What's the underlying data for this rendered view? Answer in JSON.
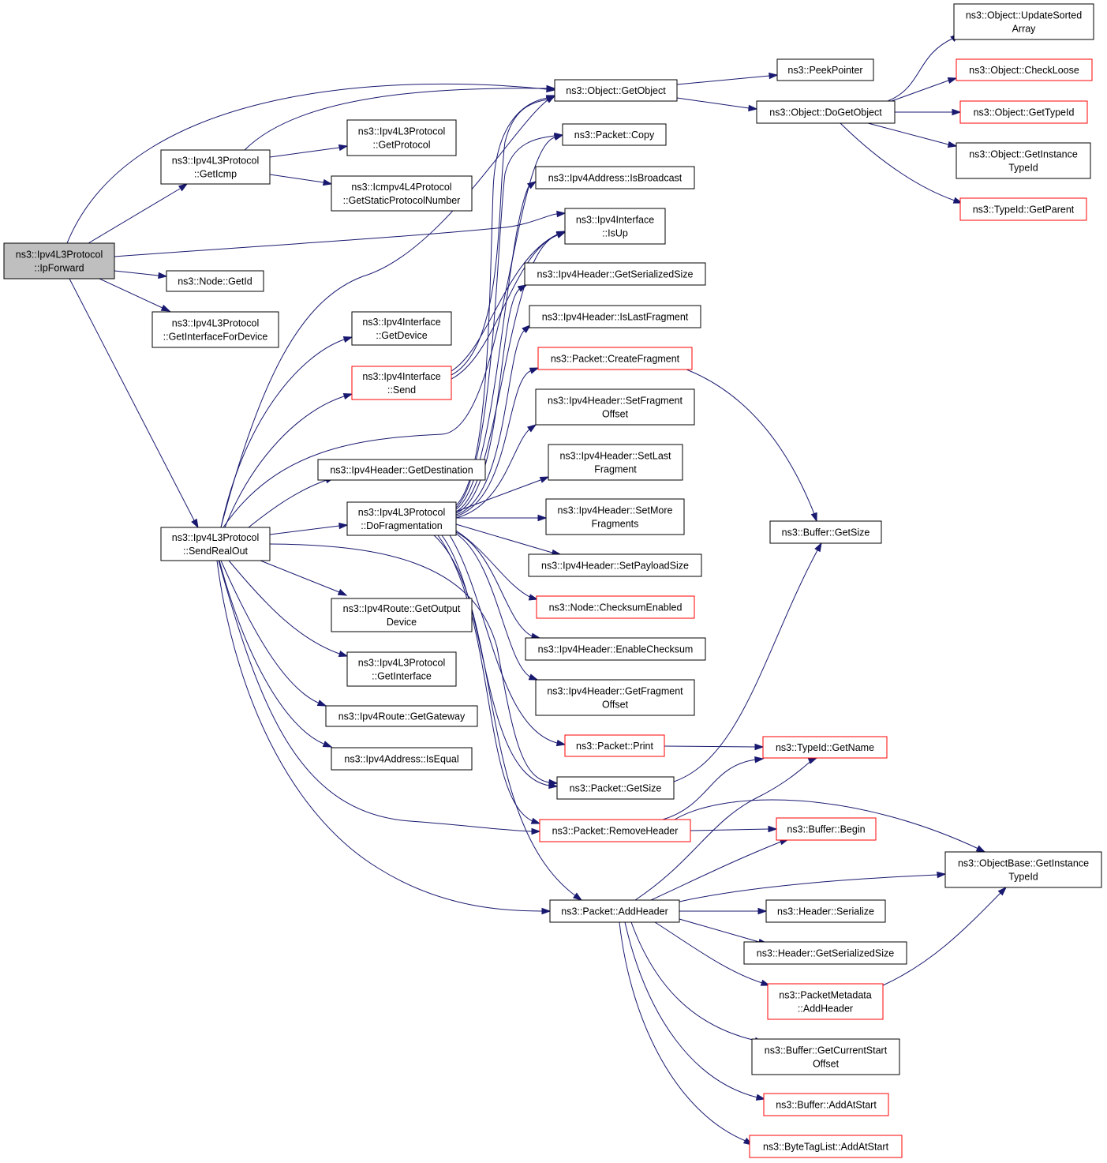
{
  "colors": {
    "edge": "#191970",
    "node_border": "#000000",
    "truncated_border": "#ff0000",
    "root_fill": "#bfbfbf"
  },
  "nodes": {
    "root": [
      "ns3::Ipv4L3Protocol",
      "::IpForward"
    ],
    "geticmp": [
      "ns3::Ipv4L3Protocol",
      "::GetIcmp"
    ],
    "getid": [
      "ns3::Node::GetId"
    ],
    "getifacefordev": [
      "ns3::Ipv4L3Protocol",
      "::GetInterfaceForDevice"
    ],
    "sendrealout": [
      "ns3::Ipv4L3Protocol",
      "::SendRealOut"
    ],
    "getprotocol": [
      "ns3::Ipv4L3Protocol",
      "::GetProtocol"
    ],
    "icmpstatic": [
      "ns3::Icmpv4L4Protocol",
      "::GetStaticProtocolNumber"
    ],
    "ifgetdevice": [
      "ns3::Ipv4Interface",
      "::GetDevice"
    ],
    "ifsend": [
      "ns3::Ipv4Interface",
      "::Send"
    ],
    "getdest": [
      "ns3::Ipv4Header::GetDestination"
    ],
    "dofrag": [
      "ns3::Ipv4L3Protocol",
      "::DoFragmentation"
    ],
    "routeoutdev": [
      "ns3::Ipv4Route::GetOutput",
      "Device"
    ],
    "getinterface": [
      "ns3::Ipv4L3Protocol",
      "::GetInterface"
    ],
    "getgateway": [
      "ns3::Ipv4Route::GetGateway"
    ],
    "isequal": [
      "ns3::Ipv4Address::IsEqual"
    ],
    "getobject": [
      "ns3::Object::GetObject"
    ],
    "pcopy": [
      "ns3::Packet::Copy"
    ],
    "isbroadcast": [
      "ns3::Ipv4Address::IsBroadcast"
    ],
    "isup": [
      "ns3::Ipv4Interface",
      "::IsUp"
    ],
    "hserialsize": [
      "ns3::Ipv4Header::GetSerializedSize"
    ],
    "islastfrag": [
      "ns3::Ipv4Header::IsLastFragment"
    ],
    "createfrag": [
      "ns3::Packet::CreateFragment"
    ],
    "setfragoff": [
      "ns3::Ipv4Header::SetFragment",
      "Offset"
    ],
    "setlastfrag": [
      "ns3::Ipv4Header::SetLast",
      "Fragment"
    ],
    "setmorefrag": [
      "ns3::Ipv4Header::SetMore",
      "Fragments"
    ],
    "setpayload": [
      "ns3::Ipv4Header::SetPayloadSize"
    ],
    "checksumen": [
      "ns3::Node::ChecksumEnabled"
    ],
    "enablecs": [
      "ns3::Ipv4Header::EnableChecksum"
    ],
    "getfragoff": [
      "ns3::Ipv4Header::GetFragment",
      "Offset"
    ],
    "pprint": [
      "ns3::Packet::Print"
    ],
    "pgetsize": [
      "ns3::Packet::GetSize"
    ],
    "premovehdr": [
      "ns3::Packet::RemoveHeader"
    ],
    "paddhdr": [
      "ns3::Packet::AddHeader"
    ],
    "peekptr": [
      "ns3::PeekPointer"
    ],
    "dogetobj": [
      "ns3::Object::DoGetObject"
    ],
    "bufgetsize": [
      "ns3::Buffer::GetSize"
    ],
    "typegetname": [
      "ns3::TypeId::GetName"
    ],
    "bufbegin": [
      "ns3::Buffer::Begin"
    ],
    "hserialize": [
      "ns3::Header::Serialize"
    ],
    "hgetsersize": [
      "ns3::Header::GetSerializedSize"
    ],
    "pmaddhdr": [
      "ns3::PacketMetadata",
      "::AddHeader"
    ],
    "bufcurstart": [
      "ns3::Buffer::GetCurrentStart",
      "Offset"
    ],
    "bufaddstart": [
      "ns3::Buffer::AddAtStart"
    ],
    "btladdstart": [
      "ns3::ByteTagList::AddAtStart"
    ],
    "updsorted": [
      "ns3::Object::UpdateSorted",
      "Array"
    ],
    "checkloose": [
      "ns3::Object::CheckLoose"
    ],
    "objtypeid": [
      "ns3::Object::GetTypeId"
    ],
    "objinsttype": [
      "ns3::Object::GetInstance",
      "TypeId"
    ],
    "typeparent": [
      "ns3::TypeId::GetParent"
    ],
    "objbaseinst": [
      "ns3::ObjectBase::GetInstance",
      "TypeId"
    ]
  }
}
